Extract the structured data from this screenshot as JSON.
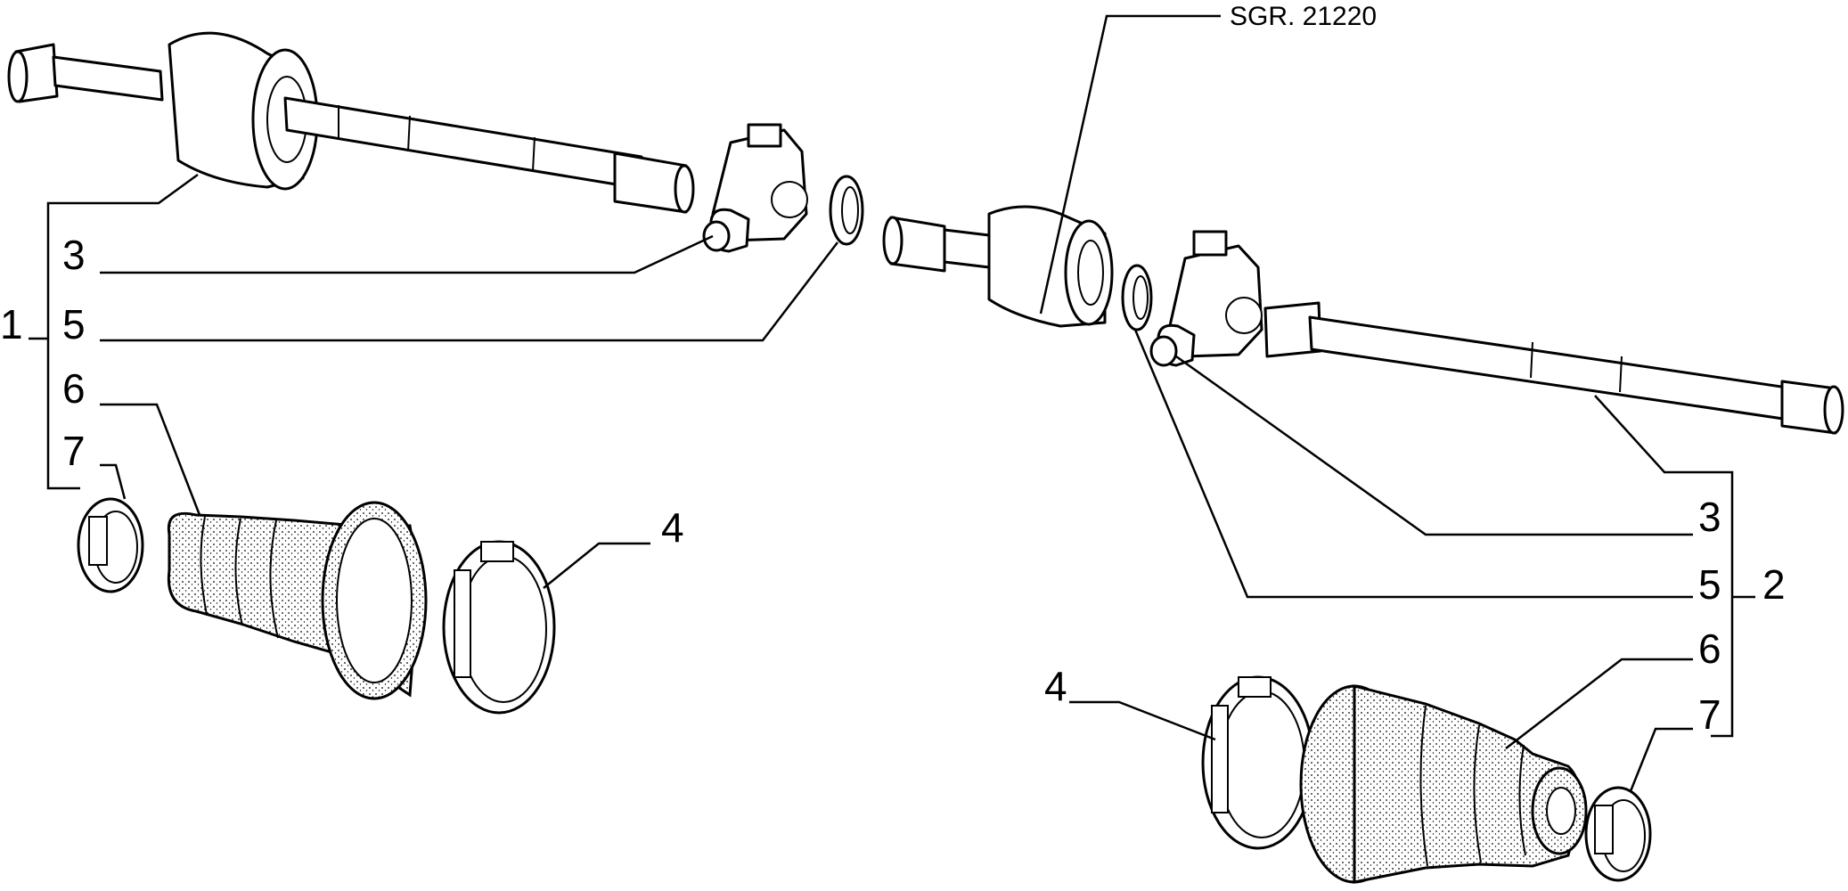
{
  "reference": "SGR. 21220",
  "left_assembly": {
    "group": "1",
    "labels": {
      "part3": "3",
      "part5": "5",
      "part6": "6",
      "part7": "7",
      "part4": "4"
    }
  },
  "right_assembly": {
    "group": "2",
    "labels": {
      "part3": "3",
      "part5": "5",
      "part6": "6",
      "part7": "7",
      "part4": "4"
    }
  }
}
